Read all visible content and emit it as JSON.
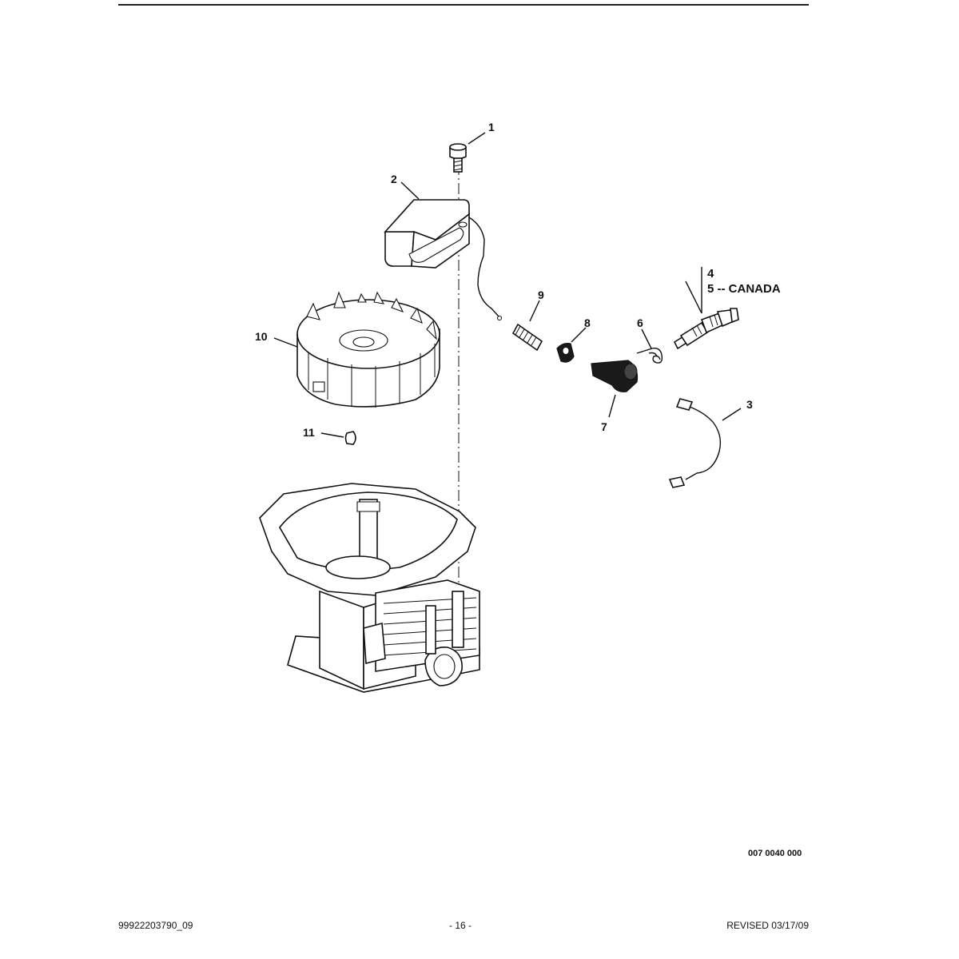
{
  "callouts": {
    "c1": "1",
    "c2": "2",
    "c3": "3",
    "c4": "4",
    "c5": "5 -- CANADA",
    "c6": "6",
    "c7": "7",
    "c8": "8",
    "c9": "9",
    "c10": "10",
    "c11": "11"
  },
  "drawing_code": "007 0040 000",
  "footer": {
    "left": "99922203790_09",
    "center": "- 16 -",
    "right": "REVISED 03/17/09"
  }
}
